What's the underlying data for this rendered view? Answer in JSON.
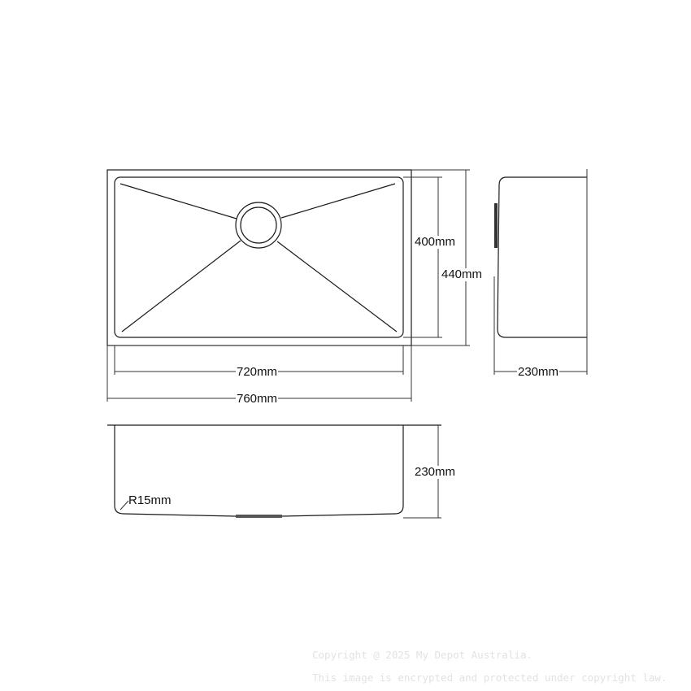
{
  "dimensions": {
    "inner_width": "720mm",
    "outer_width": "760mm",
    "inner_depth": "400mm",
    "outer_depth": "440mm",
    "side_height": "230mm",
    "front_height": "230mm",
    "corner_radius": "R15mm"
  },
  "watermark": {
    "line1": "Copyright @ 2025 My Depot Australia.",
    "line2": "This image is encrypted and protected under copyright law."
  },
  "colors": {
    "line": "#1a1a1a",
    "watermark": "#e2e2e2"
  }
}
